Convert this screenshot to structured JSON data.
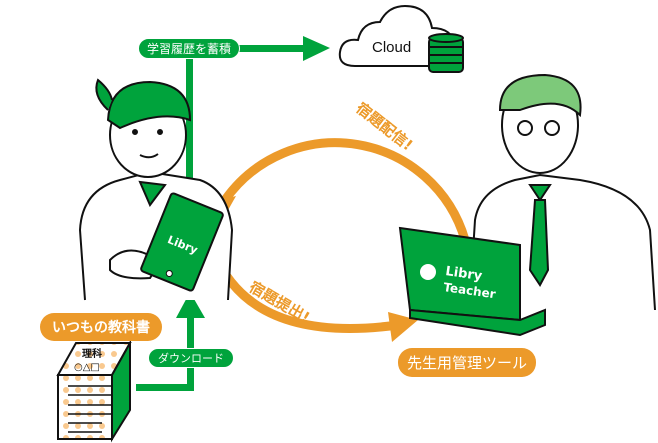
{
  "labels": {
    "accumulate_history": "学習履歴を蓄積",
    "cloud": "Cloud",
    "assign_homework": "宿題配信!",
    "submit_homework": "宿題提出!",
    "usual_textbook": "いつもの教科書",
    "download": "ダウンロード",
    "teacher_tool": "先生用管理ツール",
    "textbook_subject": "理科",
    "textbook_shapes": "○△□",
    "tablet_logo": "Libry",
    "laptop_logo_line1": "Libry",
    "laptop_logo_line2": "Teacher"
  },
  "colors": {
    "green": "#00a33c",
    "orange": "#ec9a2a",
    "peach": "#f9c98f"
  }
}
